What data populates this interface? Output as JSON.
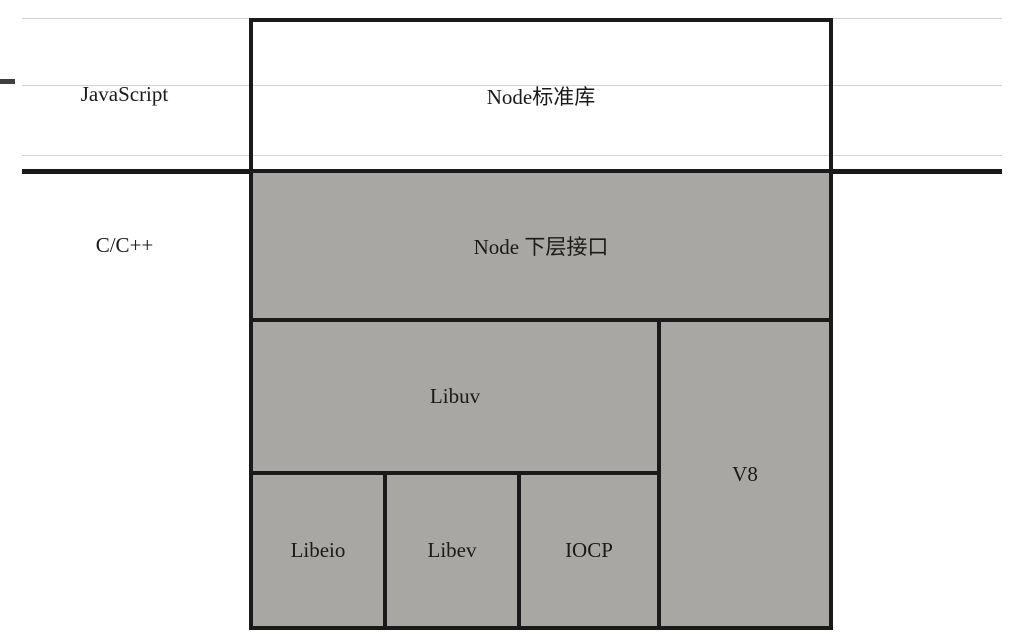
{
  "diagram": {
    "type": "layered-architecture",
    "language_layers": [
      {
        "id": "javascript",
        "label": "JavaScript"
      },
      {
        "id": "c-cpp",
        "label": "C/C++"
      }
    ],
    "blocks": [
      {
        "id": "node-stdlib",
        "label": "Node标准库",
        "layer": "javascript",
        "fill": "white"
      },
      {
        "id": "node-lower-interface",
        "label": "Node 下层接口",
        "layer": "c-cpp",
        "fill": "gray"
      },
      {
        "id": "libuv",
        "label": "Libuv",
        "layer": "c-cpp",
        "fill": "gray"
      },
      {
        "id": "libeio",
        "label": "Libeio",
        "layer": "c-cpp",
        "fill": "gray"
      },
      {
        "id": "libev",
        "label": "Libev",
        "layer": "c-cpp",
        "fill": "gray"
      },
      {
        "id": "iocp",
        "label": "IOCP",
        "layer": "c-cpp",
        "fill": "gray"
      },
      {
        "id": "v8",
        "label": "V8",
        "layer": "c-cpp",
        "fill": "gray"
      }
    ],
    "colors": {
      "background": "#ffffff",
      "block_fill": "#a9a7a3",
      "border": "#1a1a1a",
      "thin_line": "#d2d2d2",
      "text": "#1a1a1a"
    }
  }
}
